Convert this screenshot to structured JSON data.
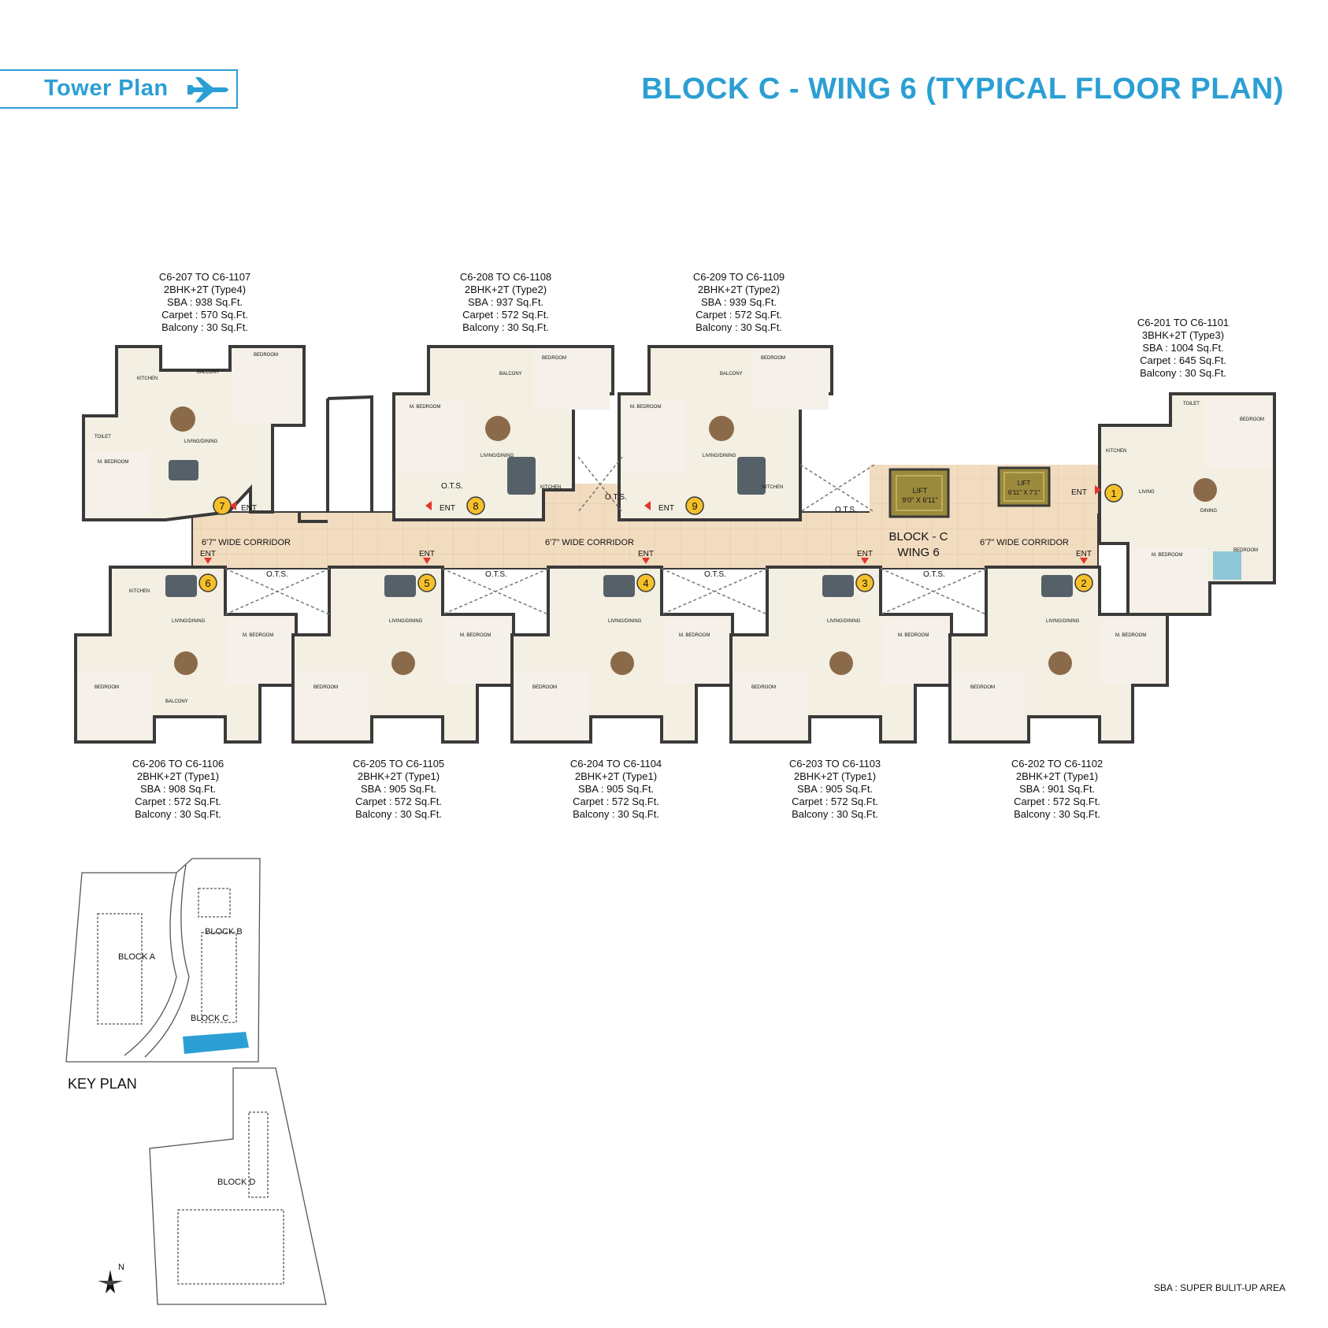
{
  "header": {
    "tag_label": "Tower Plan",
    "tag_icon": "airplane-icon",
    "title": "BLOCK C - WING 6 (TYPICAL FLOOR PLAN)"
  },
  "colors": {
    "accent": "#2b9fd4",
    "corridor": "#f2dcc0",
    "floor": "#f3efe2",
    "lift": "#9b8a3c",
    "wall": "#3a3a3a",
    "highlight_block": "#2b9fd4",
    "marker": "#f6c02a"
  },
  "units": [
    {
      "range": "C6-207 TO C6-1107",
      "type": "2BHK+2T (Type4)",
      "sba": "SBA : 938 Sq.Ft.",
      "carpet": "Carpet : 570 Sq.Ft.",
      "balcony": "Balcony : 30 Sq.Ft."
    },
    {
      "range": "C6-208 TO C6-1108",
      "type": "2BHK+2T (Type2)",
      "sba": "SBA : 937 Sq.Ft.",
      "carpet": "Carpet : 572 Sq.Ft.",
      "balcony": "Balcony : 30 Sq.Ft."
    },
    {
      "range": "C6-209 TO C6-1109",
      "type": "2BHK+2T (Type2)",
      "sba": "SBA : 939 Sq.Ft.",
      "carpet": "Carpet : 572 Sq.Ft.",
      "balcony": "Balcony : 30 Sq.Ft."
    },
    {
      "range": "C6-201 TO C6-1101",
      "type": "3BHK+2T (Type3)",
      "sba": "SBA : 1004 Sq.Ft.",
      "carpet": "Carpet : 645 Sq.Ft.",
      "balcony": "Balcony : 30 Sq.Ft."
    },
    {
      "range": "C6-206 TO C6-1106",
      "type": "2BHK+2T (Type1)",
      "sba": "SBA : 908 Sq.Ft.",
      "carpet": "Carpet : 572 Sq.Ft.",
      "balcony": "Balcony : 30 Sq.Ft."
    },
    {
      "range": "C6-205 TO C6-1105",
      "type": "2BHK+2T (Type1)",
      "sba": "SBA : 905 Sq.Ft.",
      "carpet": "Carpet : 572 Sq.Ft.",
      "balcony": "Balcony : 30 Sq.Ft."
    },
    {
      "range": "C6-204 TO C6-1104",
      "type": "2BHK+2T (Type1)",
      "sba": "SBA : 905 Sq.Ft.",
      "carpet": "Carpet : 572 Sq.Ft.",
      "balcony": "Balcony : 30 Sq.Ft."
    },
    {
      "range": "C6-203 TO C6-1103",
      "type": "2BHK+2T (Type1)",
      "sba": "SBA : 905 Sq.Ft.",
      "carpet": "Carpet : 572 Sq.Ft.",
      "balcony": "Balcony : 30 Sq.Ft."
    },
    {
      "range": "C6-202 TO C6-1102",
      "type": "2BHK+2T (Type1)",
      "sba": "SBA : 901 Sq.Ft.",
      "carpet": "Carpet : 572 Sq.Ft.",
      "balcony": "Balcony : 30 Sq.Ft."
    }
  ],
  "plan": {
    "corridor_label": "6'7\" WIDE CORRIDOR",
    "wing_label_1": "BLOCK - C",
    "wing_label_2": "WING 6",
    "lift_label": "LIFT",
    "lift1_size": "9'0\" X 6'11\"",
    "lift2_size": "6'11\" X 7'1\"",
    "ots_label": "O.T.S.",
    "ent_label": "ENT",
    "unit_numbers": [
      "1",
      "2",
      "3",
      "4",
      "5",
      "6",
      "7",
      "8",
      "9"
    ],
    "room_labels": {
      "bedroom": "BEDROOM",
      "m_bedroom": "M. BEDROOM",
      "toilet": "TOILET",
      "kitchen": "KITCHEN",
      "balcony": "BALCONY",
      "living_dining": "LIVING/DINING",
      "living": "LIVING",
      "dining": "DINING"
    }
  },
  "keyplan": {
    "label": "KEY PLAN",
    "blocks": [
      "BLOCK A",
      "BLOCK B",
      "BLOCK C",
      "BLOCK D"
    ],
    "north": "N"
  },
  "footnote": "SBA : SUPER BULIT-UP AREA"
}
